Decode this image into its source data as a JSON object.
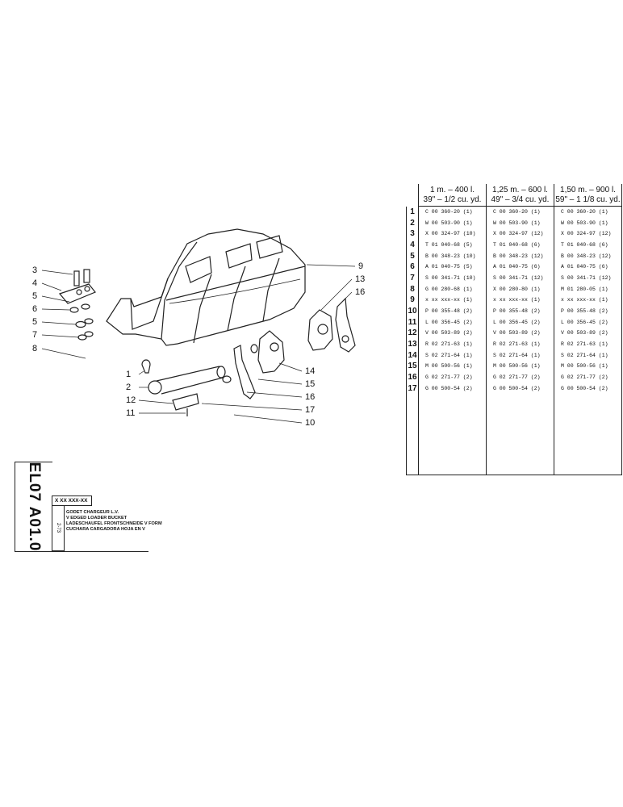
{
  "callouts": {
    "left": [
      "3",
      "4",
      "5",
      "6",
      "5",
      "7",
      "8"
    ],
    "lower_left": [
      "1",
      "2",
      "12",
      "11"
    ],
    "right": [
      "9",
      "13",
      "16",
      "14",
      "15",
      "16",
      "17",
      "10"
    ]
  },
  "table": {
    "columns": [
      {
        "line1": "1 m. – 400 l.",
        "line2": "39\" – 1/2 cu. yd."
      },
      {
        "line1": "1,25 m. – 600 l.",
        "line2": "49\" – 3/4 cu. yd."
      },
      {
        "line1": "1,50 m. – 900 l.",
        "line2": "59\" – 1 1/8 cu. yd."
      }
    ],
    "rows": [
      {
        "n": "1",
        "c": [
          "C 00 360-20 (1)",
          "C 00 360-20 (1)",
          "C 00 360-20 (1)"
        ]
      },
      {
        "n": "2",
        "c": [
          "W 00 503-90 (1)",
          "W 00 503-90 (1)",
          "W 00 503-90 (1)"
        ]
      },
      {
        "n": "3",
        "c": [
          "X 00 324-97 (10)",
          "X 00 324-97 (12)",
          "X 00 324-97 (12)"
        ]
      },
      {
        "n": "4",
        "c": [
          "T 01 040-68 (5)",
          "T 01 040-68 (6)",
          "T 01 040-68 (6)"
        ]
      },
      {
        "n": "5",
        "c": [
          "B 00 348-23 (10)",
          "B 00 348-23 (12)",
          "B 00 348-23 (12)"
        ]
      },
      {
        "n": "6",
        "c": [
          "A 01 040-75 (5)",
          "A 01 040-75 (6)",
          "A 01 040-75 (6)"
        ]
      },
      {
        "n": "7",
        "c": [
          "S 00 341-71 (10)",
          "S 00 341-71 (12)",
          "S 00 341-71 (12)"
        ]
      },
      {
        "n": "8",
        "c": [
          "G 00 280-68 (1)",
          "X 00 280-80 (1)",
          "M 01 280-05 (1)"
        ]
      },
      {
        "n": "9",
        "c": [
          "x xx xxx-xx (1)",
          "x xx xxx-xx (1)",
          "x xx xxx-xx (1)"
        ]
      },
      {
        "n": "10",
        "c": [
          "P 00 355-48 (2)",
          "P 00 355-48 (2)",
          "P 00 355-48 (2)"
        ]
      },
      {
        "n": "11",
        "c": [
          "L 00 356-45 (2)",
          "L 00 356-45 (2)",
          "L 00 356-45 (2)"
        ]
      },
      {
        "n": "12",
        "c": [
          "V 00 503-89 (2)",
          "V 00 503-89 (2)",
          "V 00 503-89 (2)"
        ]
      },
      {
        "n": "13",
        "c": [
          "R 02 271-63 (1)",
          "R 02 271-63 (1)",
          "R 02 271-63 (1)"
        ]
      },
      {
        "n": "14",
        "c": [
          "S 02 271-64 (1)",
          "S 02 271-64 (1)",
          "S 02 271-64 (1)"
        ]
      },
      {
        "n": "15",
        "c": [
          "M 00 500-56 (1)",
          "M 00 500-56 (1)",
          "M 00 500-56 (1)"
        ]
      },
      {
        "n": "16",
        "c": [
          "G 02 271-77 (2)",
          "G 02 271-77 (2)",
          "G 02 271-77 (2)"
        ]
      },
      {
        "n": "17",
        "c": [
          "G 00 500-54 (2)",
          "G 00 500-54 (2)",
          "G 00 500-54 (2)"
        ]
      }
    ]
  },
  "title_block": {
    "code": "EL07 A01.0",
    "serial": "X XX XXX-XX",
    "date": "2-73",
    "lines": [
      "GODET CHARGEUR L.V.",
      "V EDGED LOADER BUCKET",
      "LADESCHAUFEL FRONTSCHNEIDE V FORM",
      "CUCHARA CARGADORA HOJA EN V"
    ]
  }
}
